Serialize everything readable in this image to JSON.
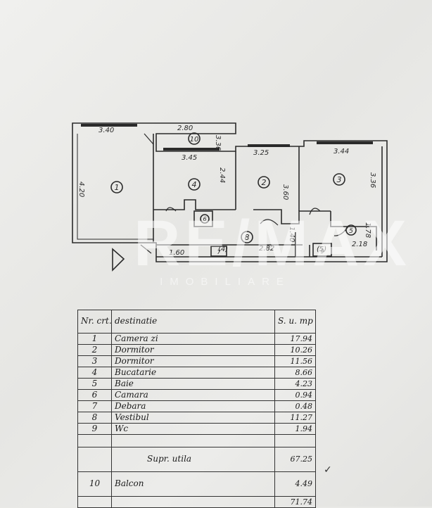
{
  "plan": {
    "dimensions": [
      "3.40",
      "2.80",
      "3.36",
      "3.45",
      "3.25",
      "3.44",
      "4.20",
      "2.44",
      "3.60",
      "3.36",
      "1.60",
      "2.82",
      "1.40",
      "1.78",
      "2.18",
      "(4)",
      "(5)"
    ],
    "room_numbers": [
      "1",
      "2",
      "3",
      "4",
      "5",
      "6",
      "7",
      "8",
      "9",
      "10"
    ]
  },
  "watermark": {
    "brand": "RE/MAX",
    "sub": "IMOBILIARE"
  },
  "table": {
    "header": {
      "nr": "Nr. crt.",
      "dest": "destinatie",
      "area": "S. u. mp"
    },
    "rows": [
      {
        "nr": "1",
        "dest": "Camera zi",
        "area": "17.94"
      },
      {
        "nr": "2",
        "dest": "Dormitor",
        "area": "10.26"
      },
      {
        "nr": "3",
        "dest": "Dormitor",
        "area": "11.56"
      },
      {
        "nr": "4",
        "dest": "Bucatarie",
        "area": "8.66"
      },
      {
        "nr": "5",
        "dest": "Baie",
        "area": "4.23"
      },
      {
        "nr": "6",
        "dest": "Camara",
        "area": "0.94"
      },
      {
        "nr": "7",
        "dest": "Debara",
        "area": "0.48"
      },
      {
        "nr": "8",
        "dest": "Vestibul",
        "area": "11.27"
      },
      {
        "nr": "9",
        "dest": "Wc",
        "area": "1.94"
      }
    ],
    "subtotal": {
      "label": "Supr. utila",
      "area": "67.25"
    },
    "balcony": {
      "nr": "10",
      "dest": "Balcon",
      "area": "4.49"
    },
    "total": {
      "area": "71.74"
    },
    "check": "✓"
  },
  "colors": {
    "ink": "#2a2a2a",
    "paper": "#ececea",
    "watermark": "#ffffff"
  }
}
